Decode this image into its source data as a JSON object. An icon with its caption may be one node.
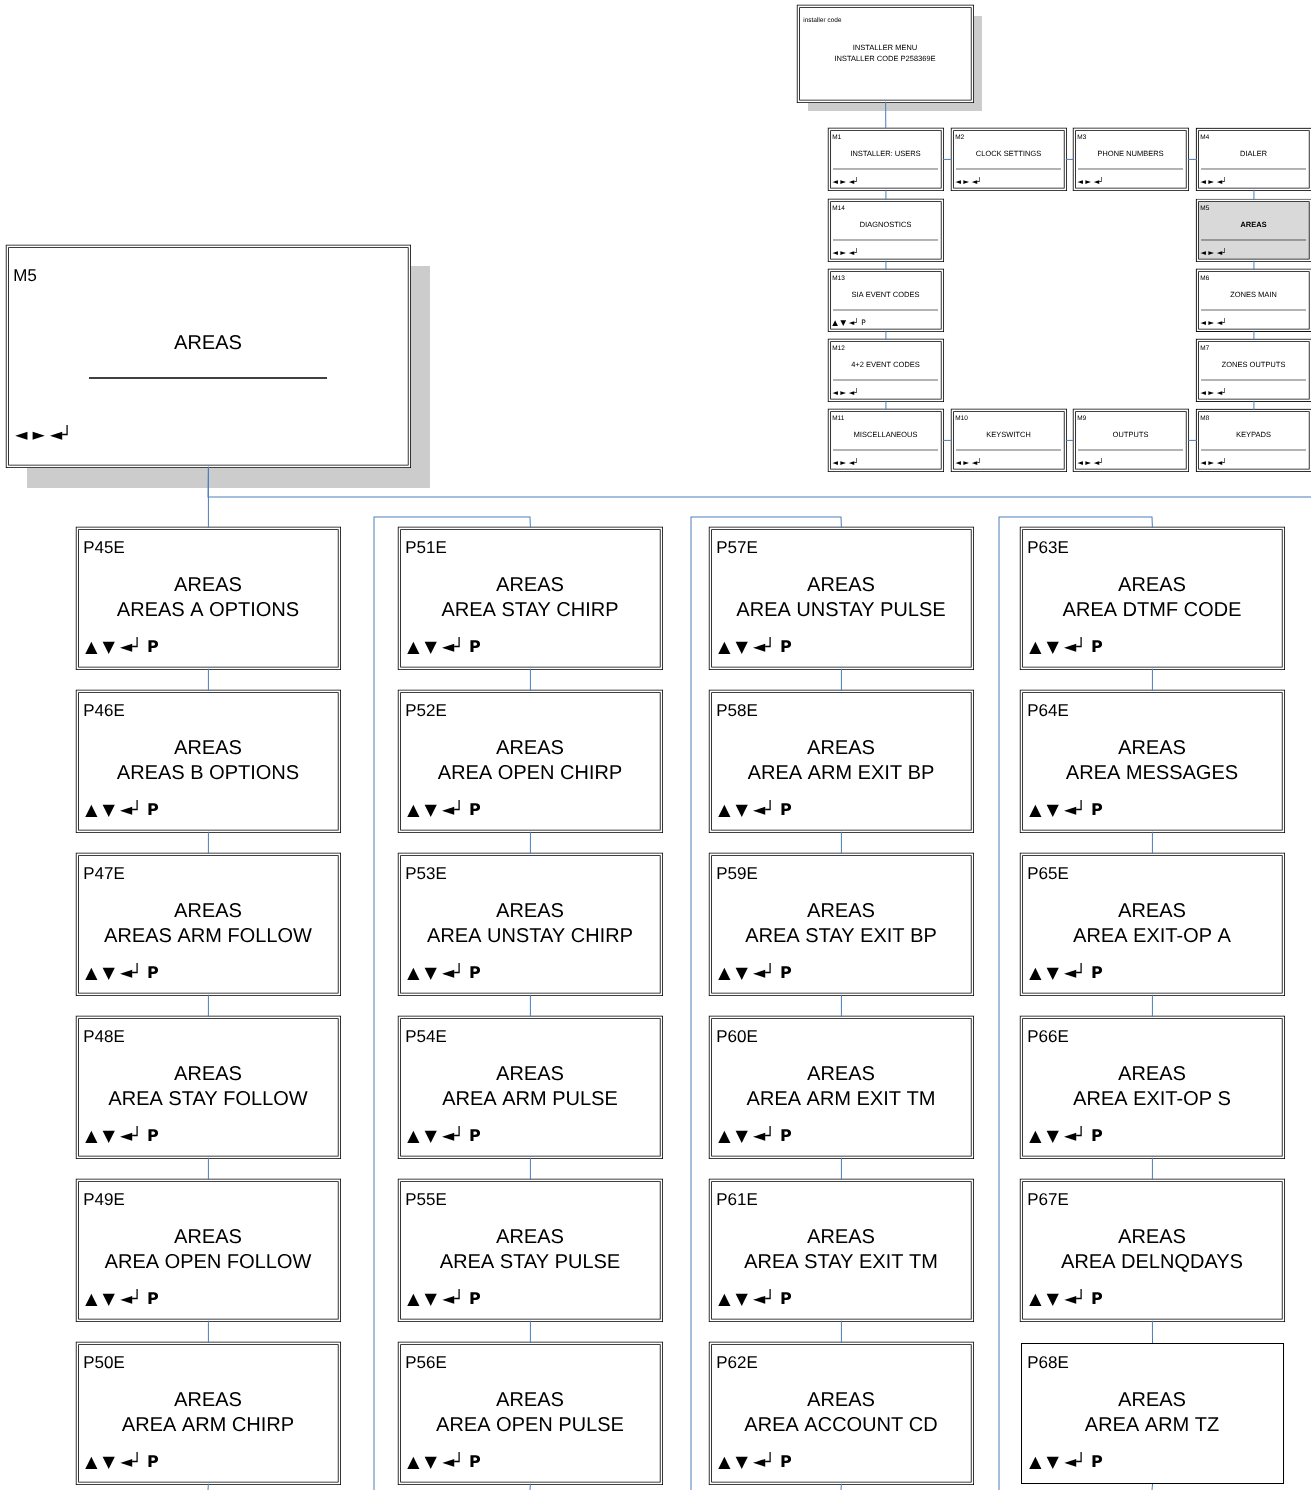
{
  "diagram": {
    "nodes": [
      {
        "text": [
          "installer code",
          "INSTALLER MENU",
          "INSTALLER CODE P258369E"
        ]
      },
      {
        "text": [
          "M1",
          "INSTALLER: USERS",
          "◄ ► ◄┘"
        ]
      },
      {
        "text": [
          "M2",
          "CLOCK SETTINGS",
          "◄ ► ◄┘"
        ]
      },
      {
        "text": [
          "M3",
          "PHONE NUMBERS",
          "◄ ► ◄┘"
        ]
      },
      {
        "text": [
          "M4",
          "DIALER",
          "◄ ► ◄┘"
        ]
      },
      {
        "text": [
          "M14",
          "DIAGNOSTICS",
          "◄ ► ◄┘"
        ]
      },
      {
        "text": [
          "M5",
          "AREAS",
          "◄ ► ◄┘"
        ]
      },
      {
        "text": [
          "M13",
          "SIA EVENT CODES",
          "▲ ▼ ◄┘ P"
        ]
      },
      {
        "text": [
          "M6",
          "ZONES MAIN",
          "◄ ► ◄┘"
        ]
      },
      {
        "text": [
          "M12",
          "4+2 EVENT CODES",
          "◄ ► ◄┘"
        ]
      },
      {
        "text": [
          "M7",
          "ZONES OUTPUTS",
          "◄ ► ◄┘"
        ]
      },
      {
        "text": [
          "M11",
          "MISCELLANEOUS",
          "◄ ► ◄┘"
        ]
      },
      {
        "text": [
          "M10",
          "KEYSWITCH",
          "◄ ► ◄┘"
        ]
      },
      {
        "text": [
          "M9",
          "OUTPUTS",
          "◄ ► ◄┘"
        ]
      },
      {
        "text": [
          "M8",
          "KEYPADS",
          "◄ ► ◄┘"
        ]
      },
      {
        "text": [
          "M5",
          "AREAS",
          "◄ ► ◄┘"
        ]
      },
      {
        "text": [
          "P45E",
          "AREAS",
          "AREAS A OPTIONS",
          "▲ ▼ ◄┘ **P**"
        ]
      },
      {
        "text": [
          "P46E",
          "AREAS",
          "AREAS B OPTIONS",
          "▲ ▼ ◄┘ **P**"
        ]
      },
      {
        "text": [
          "P47E",
          "AREAS",
          "AREAS ARM FOLLOW",
          "▲ ▼ ◄┘ **P**"
        ]
      },
      {
        "text": [
          "P48E",
          "AREAS",
          "AREA STAY FOLLOW",
          "▲ ▼ ◄┘ **P**"
        ]
      },
      {
        "text": [
          "P49E",
          "AREAS",
          "AREA OPEN FOLLOW",
          "▲ ▼ ◄┘ **P**"
        ]
      },
      {
        "text": [
          "P50E",
          "AREAS",
          "AREA ARM CHIRP",
          "▲ ▼ ◄┘ **P**"
        ]
      },
      {
        "text": [
          "P51E",
          "AREAS",
          "AREA STAY CHIRP",
          "▲ ▼ ◄┘ **P**"
        ]
      },
      {
        "text": [
          "P52E",
          "AREAS",
          "AREA OPEN CHIRP",
          "▲ ▼ ◄┘ **P**"
        ]
      },
      {
        "text": [
          "P53E",
          "AREAS",
          "AREA UNSTAY CHIRP",
          "▲ ▼ ◄┘ **P**"
        ]
      },
      {
        "text": [
          "P54E",
          "AREAS",
          "AREA ARM PULSE",
          "▲ ▼ ◄┘ **P**"
        ]
      },
      {
        "text": [
          "P55E",
          "AREAS",
          "AREA STAY PULSE",
          "▲ ▼ ◄┘ **P**"
        ]
      },
      {
        "text": [
          "P56E",
          "AREAS",
          "AREA OPEN PULSE",
          "▲ ▼ ◄┘ **P**"
        ]
      },
      {
        "text": [
          "P57E",
          "AREAS",
          "AREA UNSTAY PULSE",
          "▲ ▼ ◄┘ **P**"
        ]
      },
      {
        "text": [
          "P58E",
          "AREAS",
          "AREA ARM EXIT BP",
          "▲ ▼ ◄┘ **P**"
        ]
      },
      {
        "text": [
          "P59E",
          "AREAS",
          "AREA STAY EXIT BP",
          "▲ ▼ ◄┘ **P**"
        ]
      },
      {
        "text": [
          "P60E",
          "AREAS",
          "AREA ARM EXIT TM",
          "▲ ▼ ◄┘ **P**"
        ]
      },
      {
        "text": [
          "P61E",
          "AREAS",
          "AREA STAY EXIT TM",
          "▲ ▼ ◄┘ **P**"
        ]
      },
      {
        "text": [
          "P62E",
          "AREAS",
          "AREA ACCOUNT CD",
          "▲ ▼ ◄┘ **P**"
        ]
      },
      {
        "text": [
          "P63E",
          "AREAS",
          "AREA DTMF CODE",
          "▲ ▼ ◄┘ **P**"
        ]
      },
      {
        "text": [
          "P64E",
          "AREAS",
          "AREA MESSAGES",
          "▲ ▼ ◄┘ **P**"
        ]
      },
      {
        "text": [
          "P65E",
          "AREAS",
          "AREA EXIT-OP A",
          "▲ ▼ ◄┘ **P**"
        ]
      },
      {
        "text": [
          "P66E",
          "AREAS",
          "AREA EXIT-OP S",
          "▲ ▼ ◄┘ **P**"
        ]
      },
      {
        "text": [
          "P67E",
          "AREAS",
          "AREA DELNQDAYS",
          "▲ ▼ ◄┘ **P**"
        ]
      },
      {
        "text": [
          "P68E",
          "AREAS",
          "AREA ARM TZ",
          "▲ ▼ ◄┘ **P**"
        ]
      }
    ],
    "edges": [
      {
        "from": 0,
        "to": 1,
        "arrow": "none"
      },
      {
        "from": 1,
        "to": 2,
        "arrow": "none"
      },
      {
        "from": 2,
        "to": 3,
        "arrow": "none"
      },
      {
        "from": 3,
        "to": 4,
        "arrow": "none"
      },
      {
        "from": 4,
        "to": 6,
        "arrow": "none"
      },
      {
        "from": 6,
        "to": 8,
        "arrow": "none"
      },
      {
        "from": 8,
        "to": 10,
        "arrow": "none"
      },
      {
        "from": 10,
        "to": 14,
        "arrow": "none"
      },
      {
        "from": 14,
        "to": 13,
        "arrow": "none"
      },
      {
        "from": 13,
        "to": 12,
        "arrow": "none"
      },
      {
        "from": 12,
        "to": 11,
        "arrow": "none"
      },
      {
        "from": 11,
        "to": 9,
        "arrow": "none"
      },
      {
        "from": 9,
        "to": 7,
        "arrow": "none"
      },
      {
        "from": 7,
        "to": 5,
        "arrow": "none"
      },
      {
        "from": 5,
        "to": 1,
        "arrow": "none"
      },
      {
        "from": 15,
        "to": 16,
        "arrow": "none"
      },
      {
        "from": 15,
        "to": null,
        "arrow": "none"
      },
      {
        "from": 16,
        "to": 17,
        "arrow": "none"
      },
      {
        "from": 17,
        "to": 18,
        "arrow": "none"
      },
      {
        "from": 18,
        "to": 19,
        "arrow": "none"
      },
      {
        "from": 19,
        "to": 20,
        "arrow": "none"
      },
      {
        "from": 20,
        "to": 21,
        "arrow": "none"
      },
      {
        "from": 21,
        "to": null,
        "arrow": "none"
      },
      {
        "from": null,
        "to": 22,
        "arrow": "none"
      },
      {
        "from": 22,
        "to": 23,
        "arrow": "none"
      },
      {
        "from": 23,
        "to": 24,
        "arrow": "none"
      },
      {
        "from": 24,
        "to": 25,
        "arrow": "none"
      },
      {
        "from": 25,
        "to": 26,
        "arrow": "none"
      },
      {
        "from": 26,
        "to": 27,
        "arrow": "none"
      },
      {
        "from": 27,
        "to": null,
        "arrow": "none"
      },
      {
        "from": null,
        "to": 28,
        "arrow": "none"
      },
      {
        "from": 28,
        "to": 29,
        "arrow": "none"
      },
      {
        "from": 29,
        "to": 30,
        "arrow": "none"
      },
      {
        "from": 30,
        "to": 31,
        "arrow": "none"
      },
      {
        "from": 31,
        "to": 32,
        "arrow": "none"
      },
      {
        "from": 32,
        "to": 33,
        "arrow": "none"
      },
      {
        "from": 33,
        "to": null,
        "arrow": "none"
      },
      {
        "from": null,
        "to": 34,
        "arrow": "none"
      },
      {
        "from": 34,
        "to": 35,
        "arrow": "none"
      },
      {
        "from": 35,
        "to": 36,
        "arrow": "none"
      },
      {
        "from": 36,
        "to": 37,
        "arrow": "none"
      },
      {
        "from": 37,
        "to": 38,
        "arrow": "none"
      },
      {
        "from": 38,
        "to": 39,
        "arrow": "none"
      },
      {
        "from": 39,
        "to": null,
        "arrow": "none"
      }
    ]
  }
}
